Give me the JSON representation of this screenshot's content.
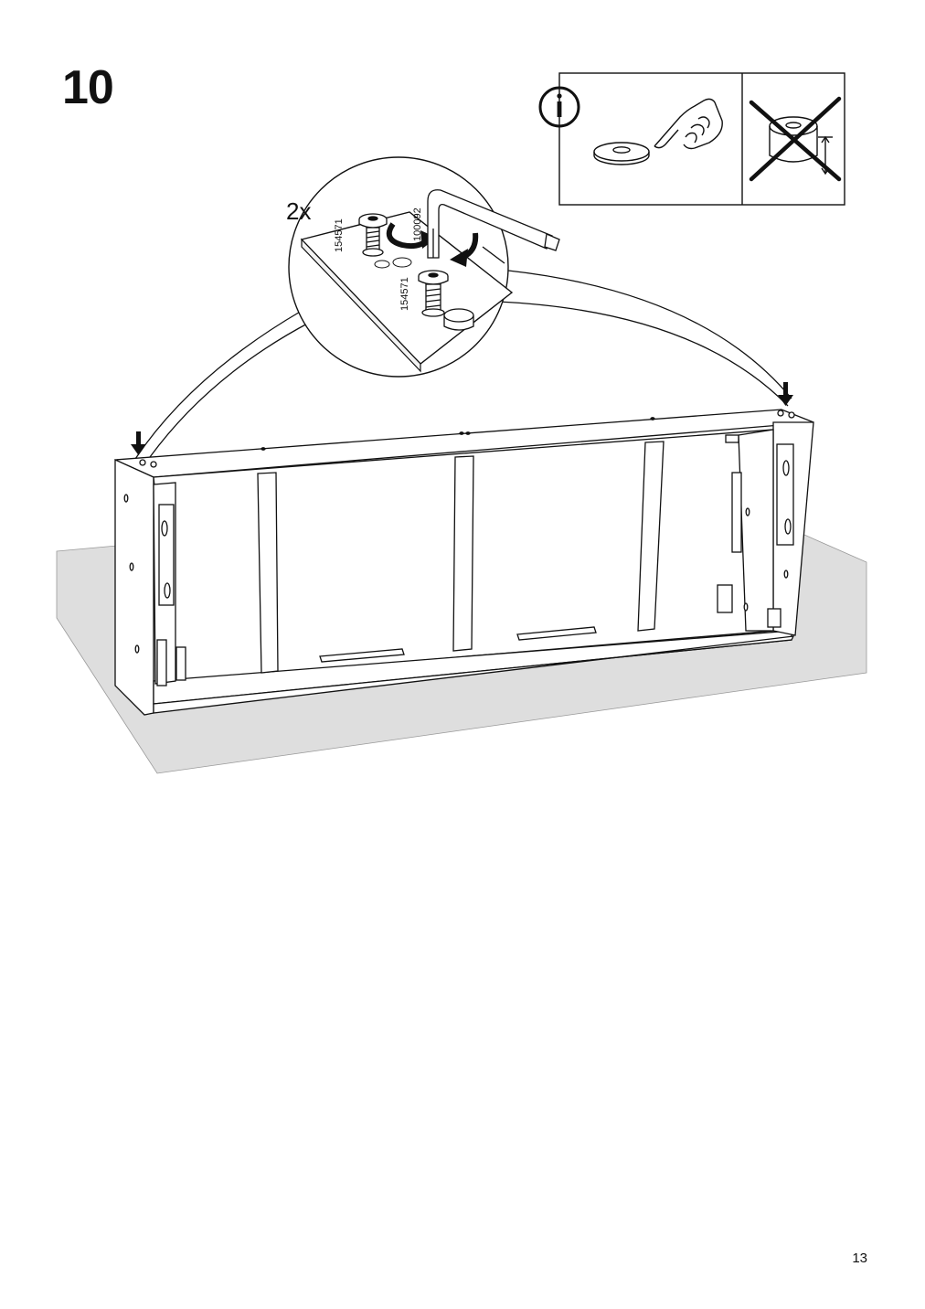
{
  "step": {
    "number": "10"
  },
  "page": {
    "number": "13"
  },
  "detail": {
    "quantity": "2x",
    "part_screw_top": "154571",
    "part_screw_bottom": "154571",
    "part_hex_key": "100092"
  },
  "info_panel": {
    "info_icon": "info-icon",
    "do_icon": "pointing-hand-icon",
    "dont_icon": "cross-icon"
  }
}
